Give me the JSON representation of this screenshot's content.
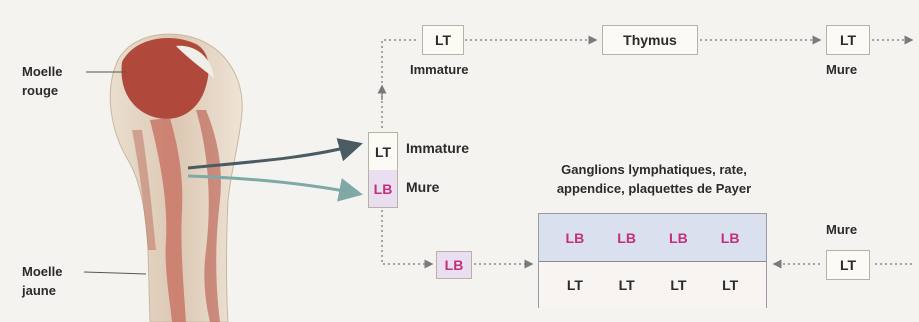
{
  "bone_labels": {
    "red_marrow": [
      "Moelle",
      "rouge"
    ],
    "yellow_marrow": [
      "Moelle",
      "jaune"
    ]
  },
  "top_row": {
    "lt_left": "LT",
    "lt_left_caption": "Immature",
    "thymus": "Thymus",
    "lt_right": "LT",
    "lt_right_caption": "Mure"
  },
  "mid_box": {
    "lt": "LT",
    "lt_caption": "Immature",
    "lb": "LB",
    "lb_caption": "Mure"
  },
  "ganglions_title": [
    "Ganglions lymphatiques, rate,",
    "appendice, plaquettes de Payer"
  ],
  "ganglions_grid": {
    "top": [
      "LB",
      "LB",
      "LB",
      "LB"
    ],
    "bottom": [
      "LT",
      "LT",
      "LT",
      "LT"
    ]
  },
  "bottom_row": {
    "lb": "LB",
    "lt_right": "LT",
    "lt_right_caption": "Mure"
  },
  "colors": {
    "lb_text": "#c2307c",
    "arrow_dark": "#4b5b63",
    "arrow_teal": "#7fa9a6",
    "dotted": "#8a8a8a"
  }
}
